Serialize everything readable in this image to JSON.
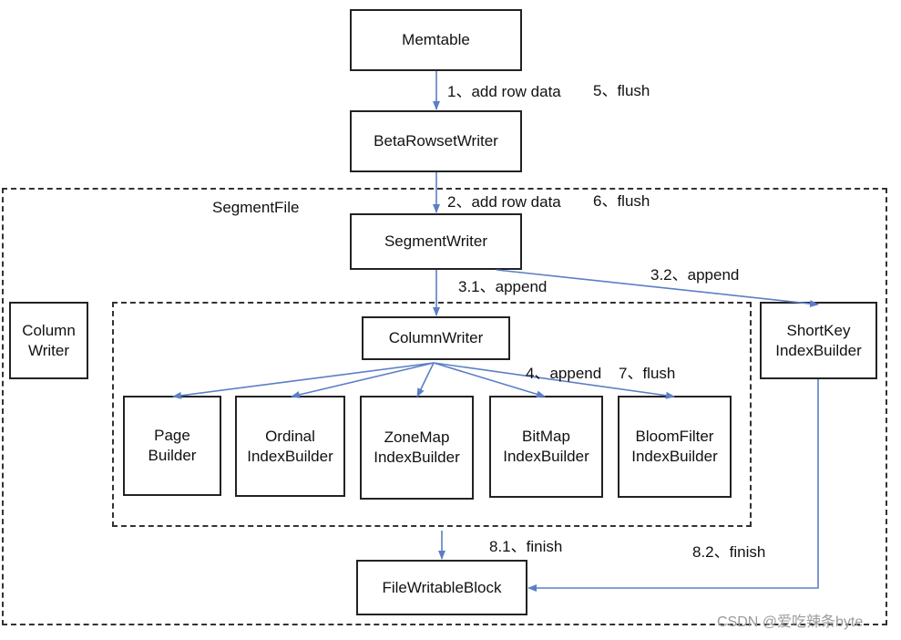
{
  "nodes": {
    "memtable": "Memtable",
    "beta_rowset_writer": "BetaRowsetWriter",
    "segment_writer": "SegmentWriter",
    "column_writer": "ColumnWriter",
    "column_writer_side": "Column\nWriter",
    "shortkey_index_builder": "ShortKey\nIndexBuilder",
    "page_builder": "Page\nBuilder",
    "ordinal_index_builder": "Ordinal\nIndexBuilder",
    "zonemap_index_builder": "ZoneMap\nIndexBuilder",
    "bitmap_index_builder": "BitMap\nIndexBuilder",
    "bloomfilter_index_builder": "BloomFilter\nIndexBuilder",
    "file_writable_block": "FileWritableBlock"
  },
  "groups": {
    "segment_file": "SegmentFile"
  },
  "edges": {
    "add_row_data_1": "1、add row data",
    "flush_5": "5、flush",
    "add_row_data_2": "2、add row data",
    "flush_6": "6、flush",
    "append_3_1": "3.1、append",
    "append_3_2": "3.2、append",
    "append_4": "4、append",
    "flush_7": "7、flush",
    "finish_8_1": "8.1、finish",
    "finish_8_2": "8.2、finish"
  },
  "watermark": "CSDN @爱吃辣条byte",
  "colors": {
    "arrow": "#5b7fc6",
    "border": "#222222"
  }
}
